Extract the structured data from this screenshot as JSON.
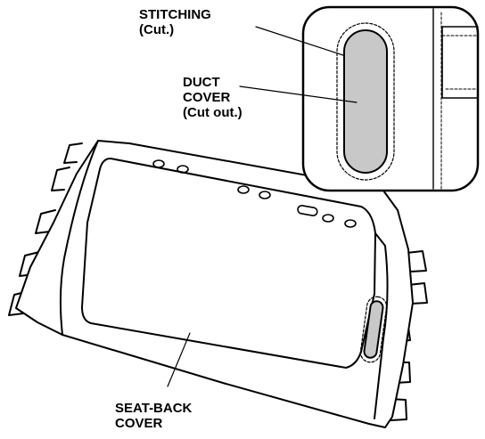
{
  "callouts": {
    "stitching": {
      "line1": "STITCHING",
      "line2": "(Cut.)"
    },
    "duct_cover": {
      "line1": "DUCT",
      "line2": "COVER",
      "line3": "(Cut out.)"
    },
    "seat_back_cover": {
      "line1": "SEAT-BACK",
      "line2": "COVER"
    }
  },
  "colors": {
    "ink": "#000000",
    "cutout_fill": "#c8c8c8",
    "paper": "#ffffff"
  }
}
